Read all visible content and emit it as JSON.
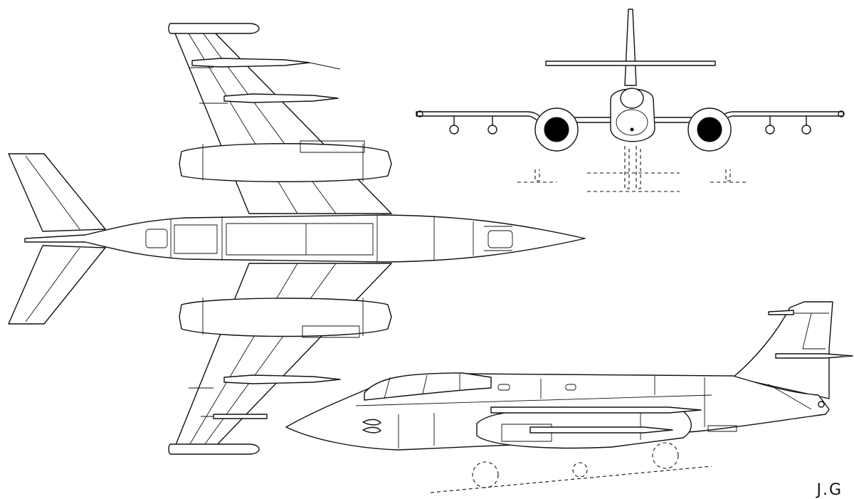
{
  "artist_initials": "J.G",
  "views": {
    "plan": "plan-view",
    "front": "front-view",
    "side": "side-view"
  },
  "colors": {
    "ink": "#111111",
    "paper": "#ffffff"
  }
}
